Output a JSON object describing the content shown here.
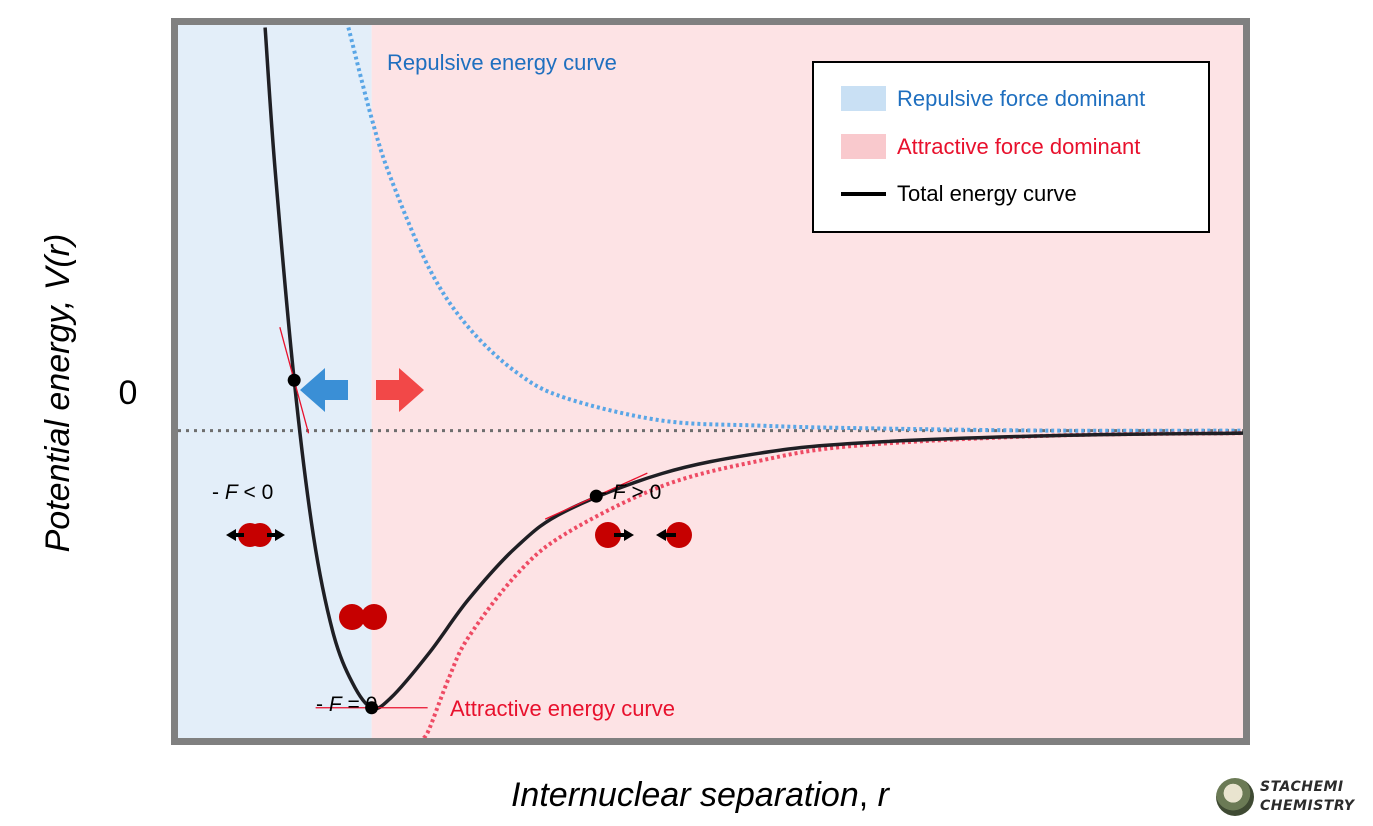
{
  "chart_data": {
    "type": "line",
    "title": "",
    "xlabel": "Internuclear separation, r",
    "ylabel": "Potential energy, V(r)",
    "ytick_labels": [
      "0"
    ],
    "xlim": [
      0.5,
      6.0
    ],
    "ylim": [
      -1.22,
      1.61
    ],
    "grid": false,
    "regions": [
      {
        "name": "Repulsive force dominant",
        "x_range": [
          0.5,
          1.5
        ],
        "color": "#e3eef9"
      },
      {
        "name": "Attractive force dominant",
        "x_range": [
          1.5,
          6.0
        ],
        "color": "#fde3e5"
      }
    ],
    "series": [
      {
        "name": "Total energy curve",
        "style": "solid",
        "color": "#1f1f24",
        "x": [
          0.95,
          1.0,
          1.1,
          1.2,
          1.3,
          1.4,
          1.5,
          1.6,
          1.8,
          2.0,
          2.25,
          2.5,
          3.0,
          3.5,
          4.0,
          5.0,
          6.0
        ],
        "y": [
          1.6,
          1.05,
          0.2,
          -0.42,
          -0.8,
          -1.0,
          -1.1,
          -1.06,
          -0.88,
          -0.67,
          -0.46,
          -0.32,
          -0.17,
          -0.09,
          -0.05,
          -0.02,
          -0.01
        ]
      },
      {
        "name": "Repulsive energy curve",
        "style": "dotted",
        "color": "#5aa6e6",
        "x": [
          1.38,
          1.5,
          1.6,
          1.8,
          2.0,
          2.25,
          2.5,
          3.0,
          3.5,
          4.0,
          5.0,
          6.0
        ],
        "y": [
          1.6,
          1.24,
          1.0,
          0.64,
          0.41,
          0.23,
          0.13,
          0.04,
          0.02,
          0.01,
          0.0,
          0.0
        ]
      },
      {
        "name": "Attractive energy curve",
        "style": "dotted",
        "color": "#ee4b64",
        "x": [
          1.77,
          1.8,
          1.9,
          2.0,
          2.25,
          2.5,
          3.0,
          3.5,
          4.0,
          5.0,
          6.0
        ],
        "y": [
          -1.22,
          -1.18,
          -0.98,
          -0.82,
          -0.57,
          -0.41,
          -0.22,
          -0.12,
          -0.06,
          -0.02,
          -0.01
        ]
      }
    ],
    "annotations": [
      {
        "text": "Repulsive energy curve",
        "color": "#1f6fbf"
      },
      {
        "text": "Attractive energy curve",
        "color": "#e8112d"
      },
      {
        "text": "- F < 0",
        "x": 1.1,
        "y": 0.2
      },
      {
        "text": "- F = 0",
        "x": 1.5,
        "y": -1.1
      },
      {
        "text": "- F > 0",
        "x": 2.66,
        "y": -0.26
      }
    ],
    "legend": {
      "position": "top-right",
      "items": [
        {
          "label": "Repulsive force dominant",
          "color": "#c9e0f4",
          "text_color": "#1f6fbf",
          "kind": "patch"
        },
        {
          "label": "Attractive force dominant",
          "color": "#f9c9cd",
          "text_color": "#e8112d",
          "kind": "patch"
        },
        {
          "label": "Total energy curve",
          "color": "#000000",
          "text_color": "#000000",
          "kind": "line"
        }
      ]
    },
    "colors": {
      "repulsive_arrow": "#3a8fd6",
      "attractive_arrow": "#f24848",
      "atom": "#c60000",
      "frame": "#808080"
    }
  },
  "branding": {
    "line1": "STACHEMI",
    "line2": "CHEMISTRY"
  }
}
